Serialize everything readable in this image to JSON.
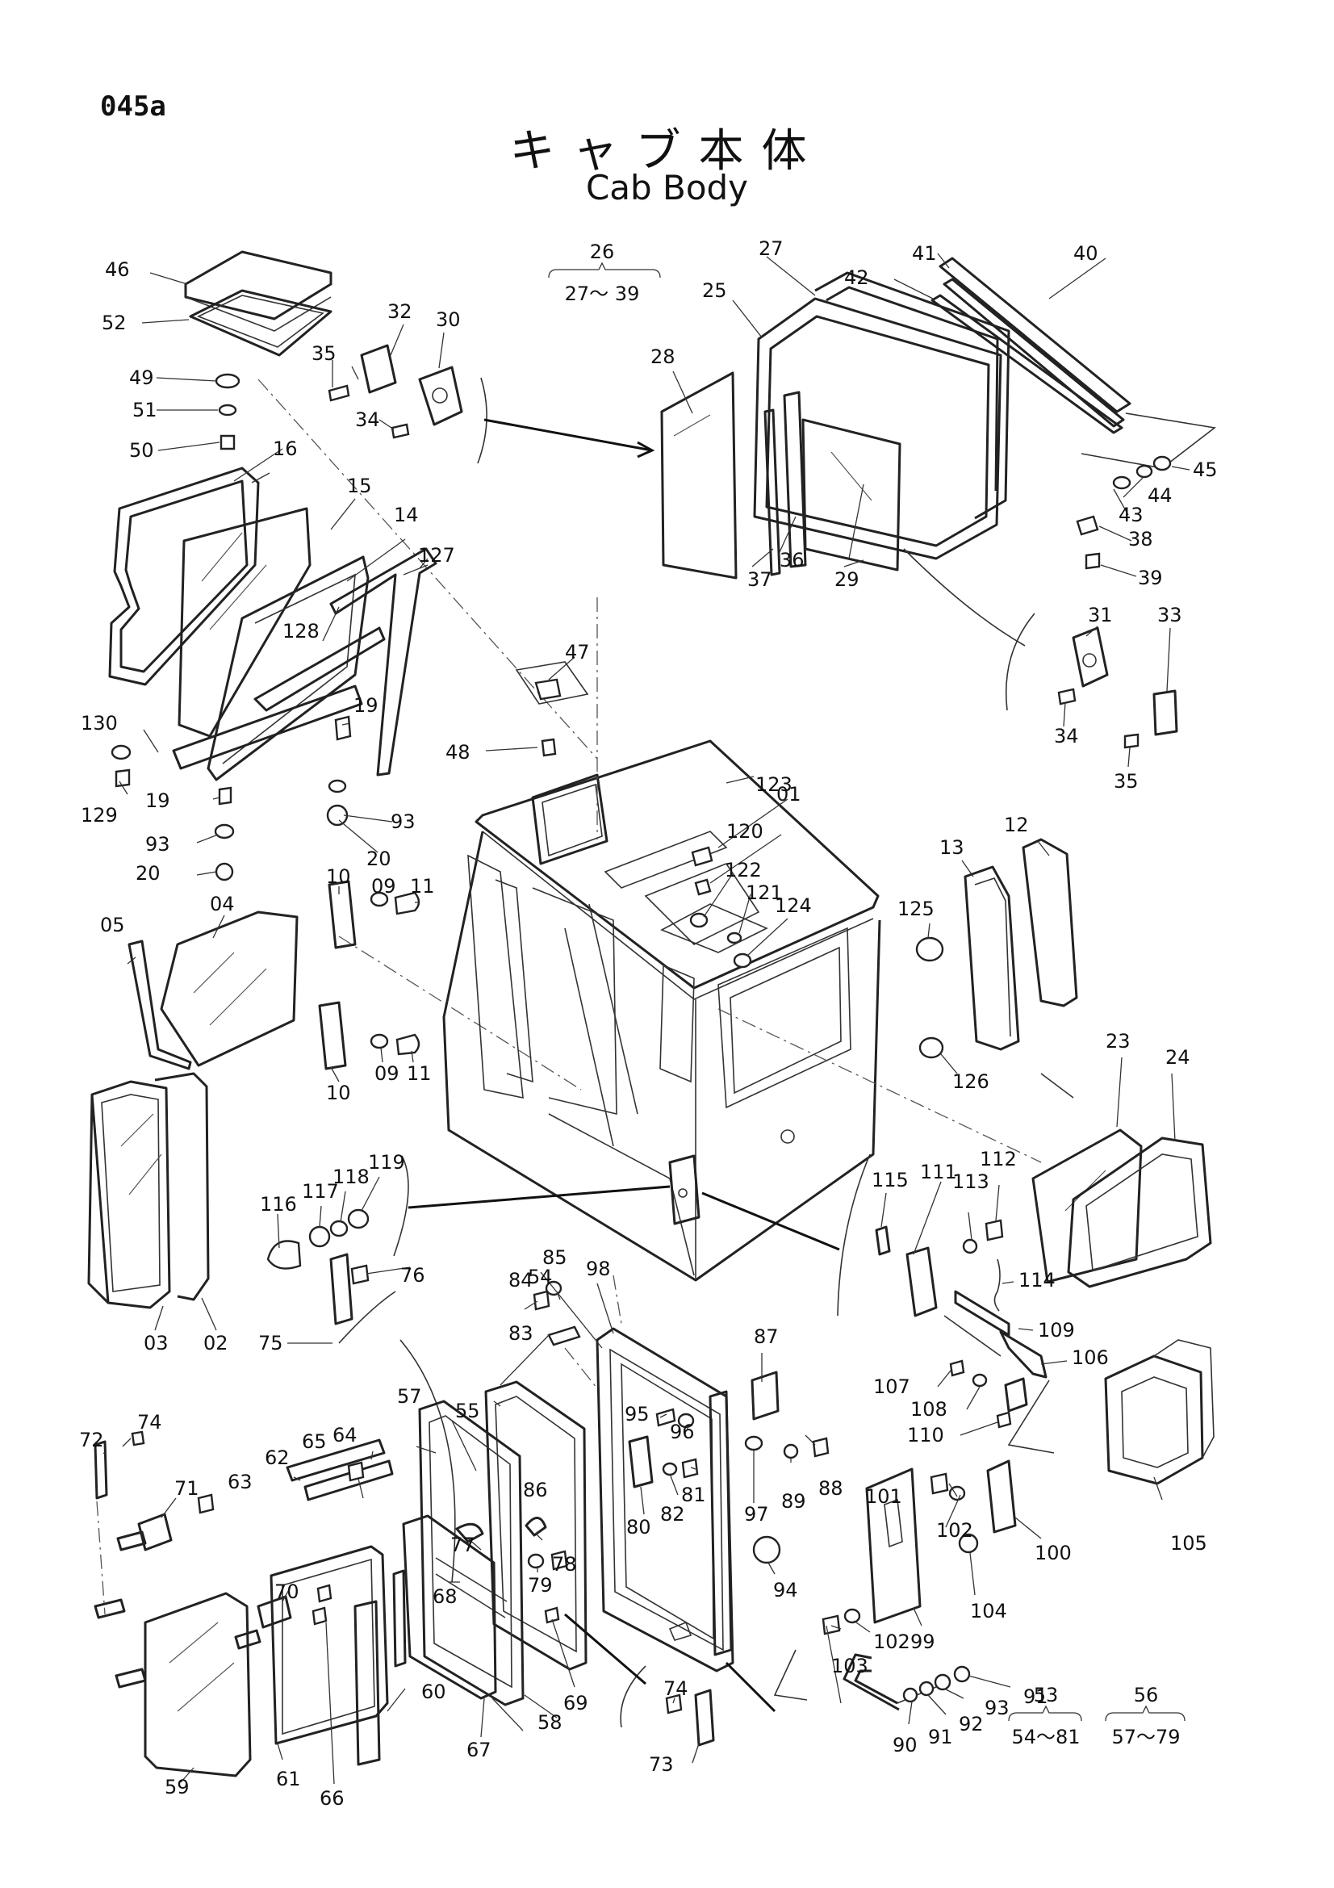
{
  "header": {
    "page_id": "045a",
    "title_jp": "キャブ本体",
    "title_en": "Cab Body"
  },
  "groups": [
    {
      "id": "g26",
      "top": "26",
      "bottom": "27～ 39"
    },
    {
      "id": "g53",
      "top": "53",
      "bottom": "54～81"
    },
    {
      "id": "g56",
      "top": "56",
      "bottom": "57～79"
    }
  ],
  "callouts": [
    {
      "id": "c01",
      "label": "01"
    },
    {
      "id": "c02",
      "label": "02"
    },
    {
      "id": "c03",
      "label": "03"
    },
    {
      "id": "c04",
      "label": "04"
    },
    {
      "id": "c05",
      "label": "05"
    },
    {
      "id": "c09a",
      "label": "09"
    },
    {
      "id": "c09b",
      "label": "09"
    },
    {
      "id": "c10a",
      "label": "10"
    },
    {
      "id": "c10b",
      "label": "10"
    },
    {
      "id": "c11a",
      "label": "11"
    },
    {
      "id": "c11b",
      "label": "11"
    },
    {
      "id": "c12",
      "label": "12"
    },
    {
      "id": "c13",
      "label": "13"
    },
    {
      "id": "c14",
      "label": "14"
    },
    {
      "id": "c15",
      "label": "15"
    },
    {
      "id": "c16",
      "label": "16"
    },
    {
      "id": "c19a",
      "label": "19"
    },
    {
      "id": "c19b",
      "label": "19"
    },
    {
      "id": "c20a",
      "label": "20"
    },
    {
      "id": "c20b",
      "label": "20"
    },
    {
      "id": "c23",
      "label": "23"
    },
    {
      "id": "c24",
      "label": "24"
    },
    {
      "id": "c25",
      "label": "25"
    },
    {
      "id": "c27",
      "label": "27"
    },
    {
      "id": "c28",
      "label": "28"
    },
    {
      "id": "c29",
      "label": "29"
    },
    {
      "id": "c30",
      "label": "30"
    },
    {
      "id": "c31",
      "label": "31"
    },
    {
      "id": "c32",
      "label": "32"
    },
    {
      "id": "c33",
      "label": "33"
    },
    {
      "id": "c34a",
      "label": "34"
    },
    {
      "id": "c34b",
      "label": "34"
    },
    {
      "id": "c35a",
      "label": "35"
    },
    {
      "id": "c35b",
      "label": "35"
    },
    {
      "id": "c36",
      "label": "36"
    },
    {
      "id": "c37",
      "label": "37"
    },
    {
      "id": "c38",
      "label": "38"
    },
    {
      "id": "c39",
      "label": "39"
    },
    {
      "id": "c40",
      "label": "40"
    },
    {
      "id": "c41",
      "label": "41"
    },
    {
      "id": "c42",
      "label": "42"
    },
    {
      "id": "c43",
      "label": "43"
    },
    {
      "id": "c44",
      "label": "44"
    },
    {
      "id": "c45",
      "label": "45"
    },
    {
      "id": "c46",
      "label": "46"
    },
    {
      "id": "c47",
      "label": "47"
    },
    {
      "id": "c48",
      "label": "48"
    },
    {
      "id": "c49",
      "label": "49"
    },
    {
      "id": "c50",
      "label": "50"
    },
    {
      "id": "c51",
      "label": "51"
    },
    {
      "id": "c52",
      "label": "52"
    },
    {
      "id": "c54",
      "label": "54"
    },
    {
      "id": "c55",
      "label": "55"
    },
    {
      "id": "c57",
      "label": "57"
    },
    {
      "id": "c58",
      "label": "58"
    },
    {
      "id": "c59",
      "label": "59"
    },
    {
      "id": "c60",
      "label": "60"
    },
    {
      "id": "c61",
      "label": "61"
    },
    {
      "id": "c62",
      "label": "62"
    },
    {
      "id": "c63",
      "label": "63"
    },
    {
      "id": "c64",
      "label": "64"
    },
    {
      "id": "c65",
      "label": "65"
    },
    {
      "id": "c66",
      "label": "66"
    },
    {
      "id": "c67",
      "label": "67"
    },
    {
      "id": "c68",
      "label": "68"
    },
    {
      "id": "c69",
      "label": "69"
    },
    {
      "id": "c70",
      "label": "70"
    },
    {
      "id": "c71",
      "label": "71"
    },
    {
      "id": "c72",
      "label": "72"
    },
    {
      "id": "c73",
      "label": "73"
    },
    {
      "id": "c74a",
      "label": "74"
    },
    {
      "id": "c74b",
      "label": "74"
    },
    {
      "id": "c75",
      "label": "75"
    },
    {
      "id": "c76",
      "label": "76"
    },
    {
      "id": "c77",
      "label": "77"
    },
    {
      "id": "c78",
      "label": "78"
    },
    {
      "id": "c79",
      "label": "79"
    },
    {
      "id": "c80",
      "label": "80"
    },
    {
      "id": "c81",
      "label": "81"
    },
    {
      "id": "c82",
      "label": "82"
    },
    {
      "id": "c83",
      "label": "83"
    },
    {
      "id": "c84",
      "label": "84"
    },
    {
      "id": "c85",
      "label": "85"
    },
    {
      "id": "c86",
      "label": "86"
    },
    {
      "id": "c87",
      "label": "87"
    },
    {
      "id": "c88",
      "label": "88"
    },
    {
      "id": "c89",
      "label": "89"
    },
    {
      "id": "c90",
      "label": "90"
    },
    {
      "id": "c91a",
      "label": "91"
    },
    {
      "id": "c91b",
      "label": "91"
    },
    {
      "id": "c92",
      "label": "92"
    },
    {
      "id": "c93a",
      "label": "93"
    },
    {
      "id": "c93b",
      "label": "93"
    },
    {
      "id": "c93c",
      "label": "93"
    },
    {
      "id": "c94",
      "label": "94"
    },
    {
      "id": "c95",
      "label": "95"
    },
    {
      "id": "c96",
      "label": "96"
    },
    {
      "id": "c97",
      "label": "97"
    },
    {
      "id": "c98",
      "label": "98"
    },
    {
      "id": "c99",
      "label": "99"
    },
    {
      "id": "c100",
      "label": "100"
    },
    {
      "id": "c101",
      "label": "101"
    },
    {
      "id": "c102a",
      "label": "102"
    },
    {
      "id": "c102b",
      "label": "102"
    },
    {
      "id": "c103",
      "label": "103"
    },
    {
      "id": "c104",
      "label": "104"
    },
    {
      "id": "c105",
      "label": "105"
    },
    {
      "id": "c106",
      "label": "106"
    },
    {
      "id": "c107",
      "label": "107"
    },
    {
      "id": "c108",
      "label": "108"
    },
    {
      "id": "c109",
      "label": "109"
    },
    {
      "id": "c110",
      "label": "110"
    },
    {
      "id": "c111",
      "label": "111"
    },
    {
      "id": "c112",
      "label": "112"
    },
    {
      "id": "c113",
      "label": "113"
    },
    {
      "id": "c114",
      "label": "114"
    },
    {
      "id": "c115",
      "label": "115"
    },
    {
      "id": "c116",
      "label": "116"
    },
    {
      "id": "c117",
      "label": "117"
    },
    {
      "id": "c118",
      "label": "118"
    },
    {
      "id": "c119",
      "label": "119"
    },
    {
      "id": "c120",
      "label": "120"
    },
    {
      "id": "c121",
      "label": "121"
    },
    {
      "id": "c122",
      "label": "122"
    },
    {
      "id": "c123",
      "label": "123"
    },
    {
      "id": "c124",
      "label": "124"
    },
    {
      "id": "c125",
      "label": "125"
    },
    {
      "id": "c126",
      "label": "126"
    },
    {
      "id": "c127",
      "label": "127"
    },
    {
      "id": "c128",
      "label": "128"
    },
    {
      "id": "c129",
      "label": "129"
    },
    {
      "id": "c130",
      "label": "130"
    }
  ]
}
